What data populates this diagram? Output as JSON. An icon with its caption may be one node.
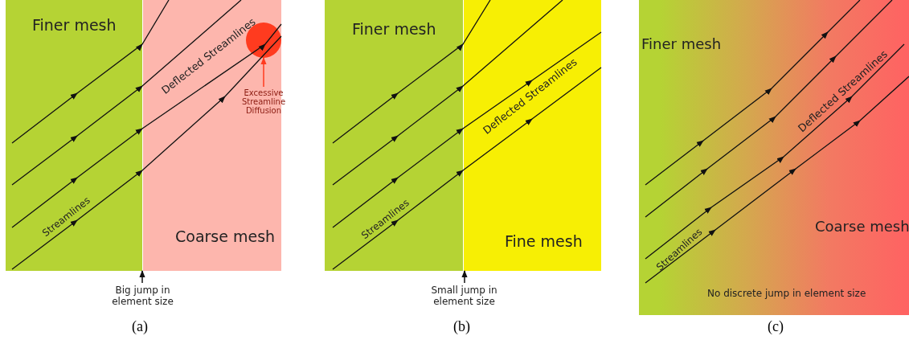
{
  "diagram": {
    "nodes": [
      {
        "text": [
          "Finer mesh"
        ]
      },
      {
        "text": [
          "Coarse mesh"
        ]
      },
      {
        "text": [],
        "shape": "circle",
        "in": 1
      },
      {
        "text": [
          "Excessive Streamline Diffusion"
        ],
        "in": 1
      },
      {
        "text": [
          "Big jump in element size"
        ]
      },
      {
        "text": [
          "Finer mesh"
        ]
      },
      {
        "text": [
          "Fine mesh"
        ]
      },
      {
        "text": [
          "Small jump in element size"
        ]
      },
      {
        "text": [
          "Finer mesh",
          "Coarse mesh",
          "No discrete jump in element size"
        ]
      }
    ],
    "edges": [
      {
        "from": 3,
        "to": 2,
        "arrow": "to",
        "color": "#ff3b1f"
      },
      {
        "from": 4,
        "to": 0,
        "arrow": "to"
      },
      {
        "from": 7,
        "to": 6,
        "arrow": "to"
      }
    ],
    "labels": [
      "Deflected Streamlines",
      "Streamlines",
      "(a)",
      "Deflected Streamlines",
      "Streamlines",
      "(b)",
      "Deflected Streamlines",
      "Streamlines",
      "(c)"
    ]
  }
}
